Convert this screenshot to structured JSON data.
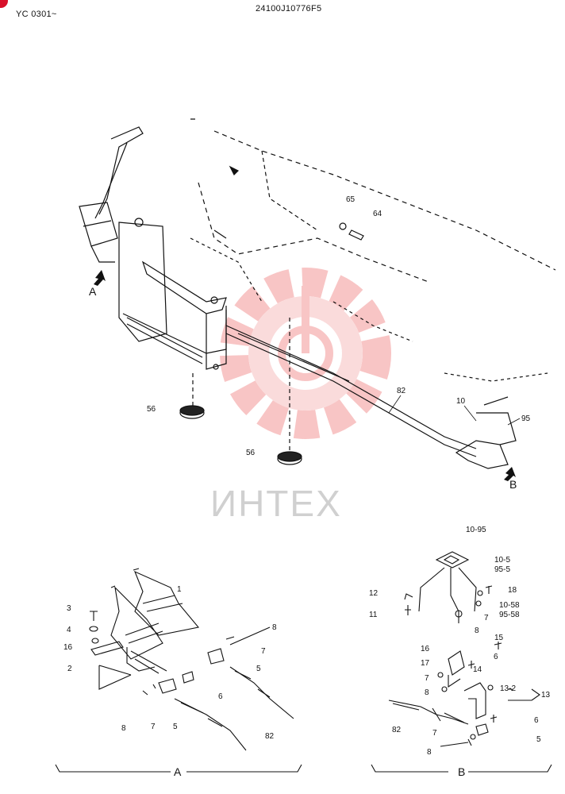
{
  "header": {
    "model_range": "YC 0301~",
    "drawing_number": "24100J10776F5"
  },
  "watermark": {
    "brand_text": "ИНТЕХ",
    "color": "#f08080"
  },
  "main_view": {
    "callouts": [
      "65",
      "64",
      "56",
      "56",
      "82",
      "10",
      "95"
    ],
    "view_markers": [
      "A",
      "B"
    ]
  },
  "detail_a": {
    "title": "A",
    "callouts": [
      "1",
      "3",
      "4",
      "16",
      "2",
      "8",
      "7",
      "5",
      "6",
      "8",
      "7",
      "5",
      "82"
    ]
  },
  "detail_b": {
    "title": "B",
    "callouts": [
      "10-95",
      "10-5",
      "95-5",
      "12",
      "18",
      "11",
      "10-58",
      "95-58",
      "7",
      "8",
      "15",
      "16",
      "6",
      "17",
      "14",
      "7",
      "8",
      "13-2",
      "13",
      "82",
      "6",
      "7",
      "5",
      "8"
    ]
  },
  "icons": [
    "arrow-a-icon",
    "arrow-b-icon",
    "gear-logo-icon"
  ]
}
